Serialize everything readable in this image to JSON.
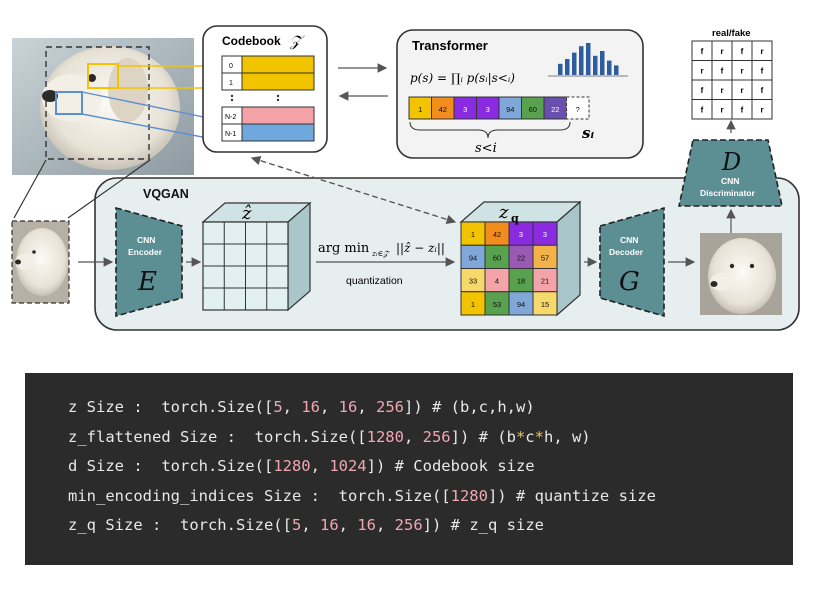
{
  "diagram": {
    "vqgan_label": "VQGAN",
    "codebook": {
      "title": "Codebook",
      "symbol": "𝒵",
      "rows": [
        "0",
        "1",
        "N-2",
        "N-1"
      ]
    },
    "transformer": {
      "title": "Transformer",
      "formula": "p(s) = ∏ᵢ p(sᵢ|s<ᵢ)",
      "sequence": [
        "1",
        "42",
        "3",
        "3",
        "94",
        "60",
        "22",
        "?"
      ],
      "prefix_label": "s<i",
      "next_label": "sᵢ",
      "bar_heights": [
        0.35,
        0.5,
        0.7,
        0.9,
        1.0,
        0.6,
        0.75,
        0.45,
        0.3
      ]
    },
    "discriminator": {
      "label_line1": "CNN",
      "label_line2": "Discriminator",
      "symbol": "D"
    },
    "real_fake": {
      "title": "real/fake",
      "grid": [
        [
          "f",
          "r",
          "f",
          "r"
        ],
        [
          "r",
          "f",
          "r",
          "f"
        ],
        [
          "f",
          "r",
          "r",
          "f"
        ],
        [
          "f",
          "r",
          "f",
          "r"
        ]
      ]
    },
    "encoder": {
      "label_line1": "CNN",
      "label_line2": "Encoder",
      "symbol": "E"
    },
    "decoder": {
      "label_line1": "CNN",
      "label_line2": "Decoder",
      "symbol": "G"
    },
    "z_hat_label": "ẑ",
    "zq_label": "z",
    "zq_subscript": "q",
    "argmin_label": "arg min",
    "argmin_subscript": "zᵢ∈𝒵",
    "argmin_expr": "||ẑ − zᵢ||",
    "quantization_label": "quantization",
    "zq_grid": [
      [
        "1",
        "42",
        "3",
        "3"
      ],
      [
        "94",
        "60",
        "22",
        "57"
      ],
      [
        "33",
        "4",
        "18",
        "21"
      ],
      [
        "1",
        "53",
        "94",
        "15"
      ]
    ]
  },
  "code": [
    [
      {
        "t": "z Size :  torch.Size(["
      },
      {
        "t": "5",
        "c": "num"
      },
      {
        "t": ", "
      },
      {
        "t": "16",
        "c": "num"
      },
      {
        "t": ", "
      },
      {
        "t": "16",
        "c": "num"
      },
      {
        "t": ", "
      },
      {
        "t": "256",
        "c": "num"
      },
      {
        "t": "]) # (b,c,h,w)"
      }
    ],
    [
      {
        "t": "z_flattened Size :  torch.Size(["
      },
      {
        "t": "1280",
        "c": "num"
      },
      {
        "t": ", "
      },
      {
        "t": "256",
        "c": "num"
      },
      {
        "t": "]) # (b"
      },
      {
        "t": "*",
        "c": "op"
      },
      {
        "t": "c"
      },
      {
        "t": "*",
        "c": "op"
      },
      {
        "t": "h, w)"
      }
    ],
    [
      {
        "t": "d Size :  torch.Size(["
      },
      {
        "t": "1280",
        "c": "num"
      },
      {
        "t": ", "
      },
      {
        "t": "1024",
        "c": "num"
      },
      {
        "t": "]) # Codebook size"
      }
    ],
    [
      {
        "t": "min_encoding_indices Size :  torch.Size(["
      },
      {
        "t": "1280",
        "c": "num"
      },
      {
        "t": "]) # quantize size"
      }
    ],
    [
      {
        "t": "z_q Size :  torch.Size(["
      },
      {
        "t": "5",
        "c": "num"
      },
      {
        "t": ", "
      },
      {
        "t": "16",
        "c": "num"
      },
      {
        "t": ", "
      },
      {
        "t": "16",
        "c": "num"
      },
      {
        "t": ", "
      },
      {
        "t": "256",
        "c": "num"
      },
      {
        "t": "]) # z_q size"
      }
    ]
  ],
  "colors": {
    "codebook_row_0": "#f2c400",
    "codebook_row_1": "#f2c400",
    "codebook_row_n2": "#f4a3a8",
    "codebook_row_n1": "#6fa8dc",
    "teal": "#5b8f93",
    "panel": "#e6eef0"
  }
}
